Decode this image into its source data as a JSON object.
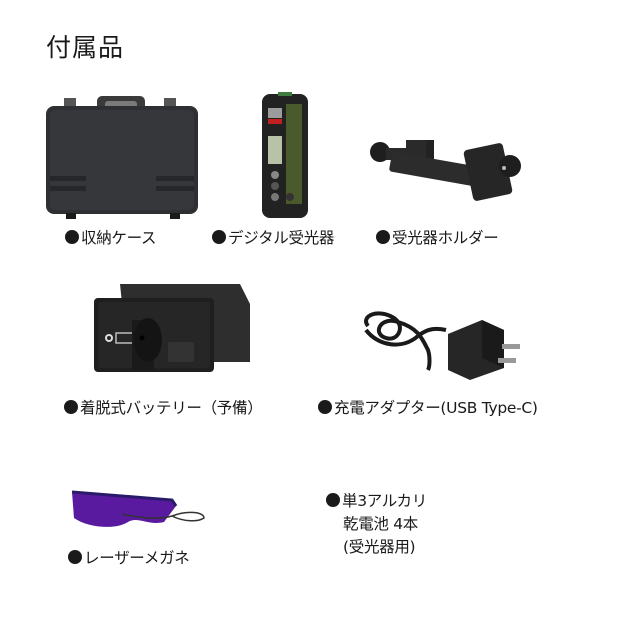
{
  "page": {
    "title": "付属品"
  },
  "items": [
    {
      "label": "収納ケース",
      "icon": "carrying-case"
    },
    {
      "label": "デジタル受光器",
      "icon": "digital-receiver"
    },
    {
      "label": "受光器ホルダー",
      "icon": "receiver-holder"
    },
    {
      "label": "着脱式バッテリー（予備）",
      "icon": "detachable-battery"
    },
    {
      "label": "充電アダプター(USB Type-C)",
      "icon": "charging-adapter"
    },
    {
      "label": "レーザーメガネ",
      "icon": "laser-glasses"
    },
    {
      "label_lines": [
        "単3アルカリ",
        "乾電池 4本",
        "(受光器用)"
      ],
      "icon": "none"
    }
  ],
  "colors": {
    "text": "#1a1a1a",
    "product_dark": "#2b2b2b",
    "receiver_green": "#4a5a2a",
    "glasses_purple": "#5a1aa0"
  }
}
